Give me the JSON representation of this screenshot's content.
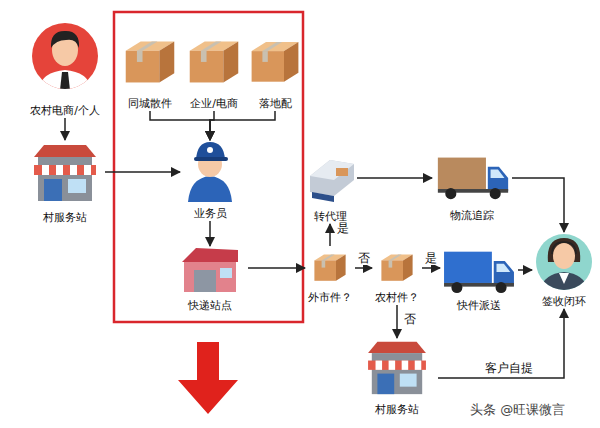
{
  "diagram": {
    "nodes": [
      {
        "text": [
          "农村电商/个人"
        ]
      },
      {
        "text": [
          "同城散件"
        ]
      },
      {
        "text": [
          "企业/电商"
        ]
      },
      {
        "text": [
          "落地配"
        ]
      },
      {
        "text": [
          "村服务站"
        ]
      },
      {
        "text": [
          "业务员"
        ]
      },
      {
        "text": [
          "转代理"
        ]
      },
      {
        "text": [
          "物流追踪"
        ]
      },
      {
        "text": [
          "快递站点"
        ]
      },
      {
        "text": [
          "外市件？"
        ]
      },
      {
        "text": [
          "农村件？"
        ]
      },
      {
        "text": [
          "快件派送"
        ]
      },
      {
        "text": [
          "签收闭环"
        ]
      },
      {
        "text": [
          "村服务站"
        ]
      }
    ],
    "edges": [
      {
        "from": 0,
        "to": 4,
        "arrow": "to"
      },
      {
        "from": 1,
        "to": 5,
        "arrow": "to"
      },
      {
        "from": 2,
        "to": 5,
        "arrow": "to"
      },
      {
        "from": 3,
        "to": 5,
        "arrow": "to"
      },
      {
        "from": 4,
        "to": 5,
        "arrow": "to"
      },
      {
        "from": 5,
        "to": 8,
        "arrow": "to"
      },
      {
        "from": 8,
        "to": 9,
        "arrow": "to"
      },
      {
        "from": 9,
        "to": 6,
        "label": "是",
        "arrow": "to"
      },
      {
        "from": 9,
        "to": 10,
        "label": "否",
        "arrow": "to"
      },
      {
        "from": 10,
        "to": 11,
        "label": "是",
        "arrow": "to"
      },
      {
        "from": 10,
        "to": 13,
        "label": "否",
        "arrow": "to"
      },
      {
        "from": 6,
        "to": 7,
        "arrow": "to"
      },
      {
        "from": 7,
        "to": 12,
        "arrow": "to"
      },
      {
        "from": 11,
        "to": 12,
        "arrow": "to"
      },
      {
        "from": 13,
        "to": 12,
        "label": "客户自提",
        "arrow": "to"
      }
    ],
    "labels": [
      "头条 @旺课微言"
    ]
  }
}
